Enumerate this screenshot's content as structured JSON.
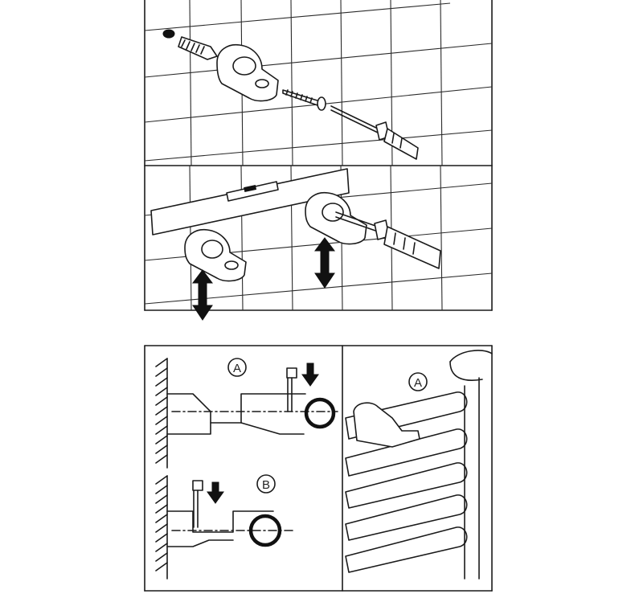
{
  "labels": {
    "detail_a_left": "A",
    "detail_a_right": "A",
    "detail_b": "B"
  },
  "colors": {
    "line": "#1a1a1a",
    "background": "#ffffff"
  },
  "icons": [
    "wall-plug-icon",
    "screw-icon",
    "bracket-icon",
    "screwdriver-icon",
    "spirit-level-icon",
    "up-down-arrow-icon",
    "down-arrow-icon",
    "towel-rail-icon"
  ]
}
